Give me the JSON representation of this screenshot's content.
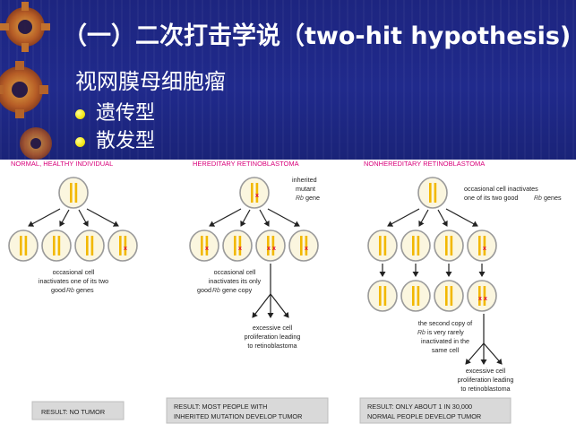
{
  "slide": {
    "title": "（一）二次打击学说（two-hit  hypothesis)",
    "subtitle": "视网膜母细胞瘤",
    "bullets": [
      "遗传型",
      "散发型"
    ]
  },
  "figure": {
    "panels": [
      {
        "heading": "NORMAL, HEALTHY INDIVIDUAL",
        "notes": [
          "occasional cell",
          "inactivates one of its two",
          "good",
          "genes"
        ],
        "result": [
          "RESULT: NO TUMOR"
        ]
      },
      {
        "heading": "HEREDITARY RETINOBLASTOMA",
        "notes": [
          "inherited",
          "mutant",
          "gene"
        ],
        "notes2": [
          "occasional cell",
          "inactivates its only",
          "good",
          "gene copy"
        ],
        "notes3": [
          "excessive cell",
          "proliferation leading",
          "to retinoblastoma"
        ],
        "result": [
          "RESULT: MOST PEOPLE WITH",
          "INHERITED MUTATION DEVELOP TUMOR"
        ]
      },
      {
        "heading": "NONHEREDITARY RETINOBLASTOMA",
        "notes": [
          "occasional cell inactivates",
          "one of its two good",
          "genes"
        ],
        "notes2": [
          "the second copy of",
          "is very rarely",
          "inactivated in the",
          "same cell"
        ],
        "notes3": [
          "excessive cell",
          "proliferation leading",
          "to retinoblastoma"
        ],
        "result": [
          "RESULT: ONLY ABOUT 1 IN 30,000",
          "NORMAL PEOPLE DEVELOP TUMOR"
        ]
      }
    ],
    "gene_symbol": "Rb",
    "colors": {
      "heading": "#d8007a",
      "chromosome": "#f2b800",
      "mutation": "#e00040",
      "cell_fill": "#fbf6df",
      "cell_stroke": "#9a9a9a",
      "result_box": "#d9d9d9",
      "header_bg": "#202a8c",
      "bullet": "#f6ea1c"
    }
  }
}
